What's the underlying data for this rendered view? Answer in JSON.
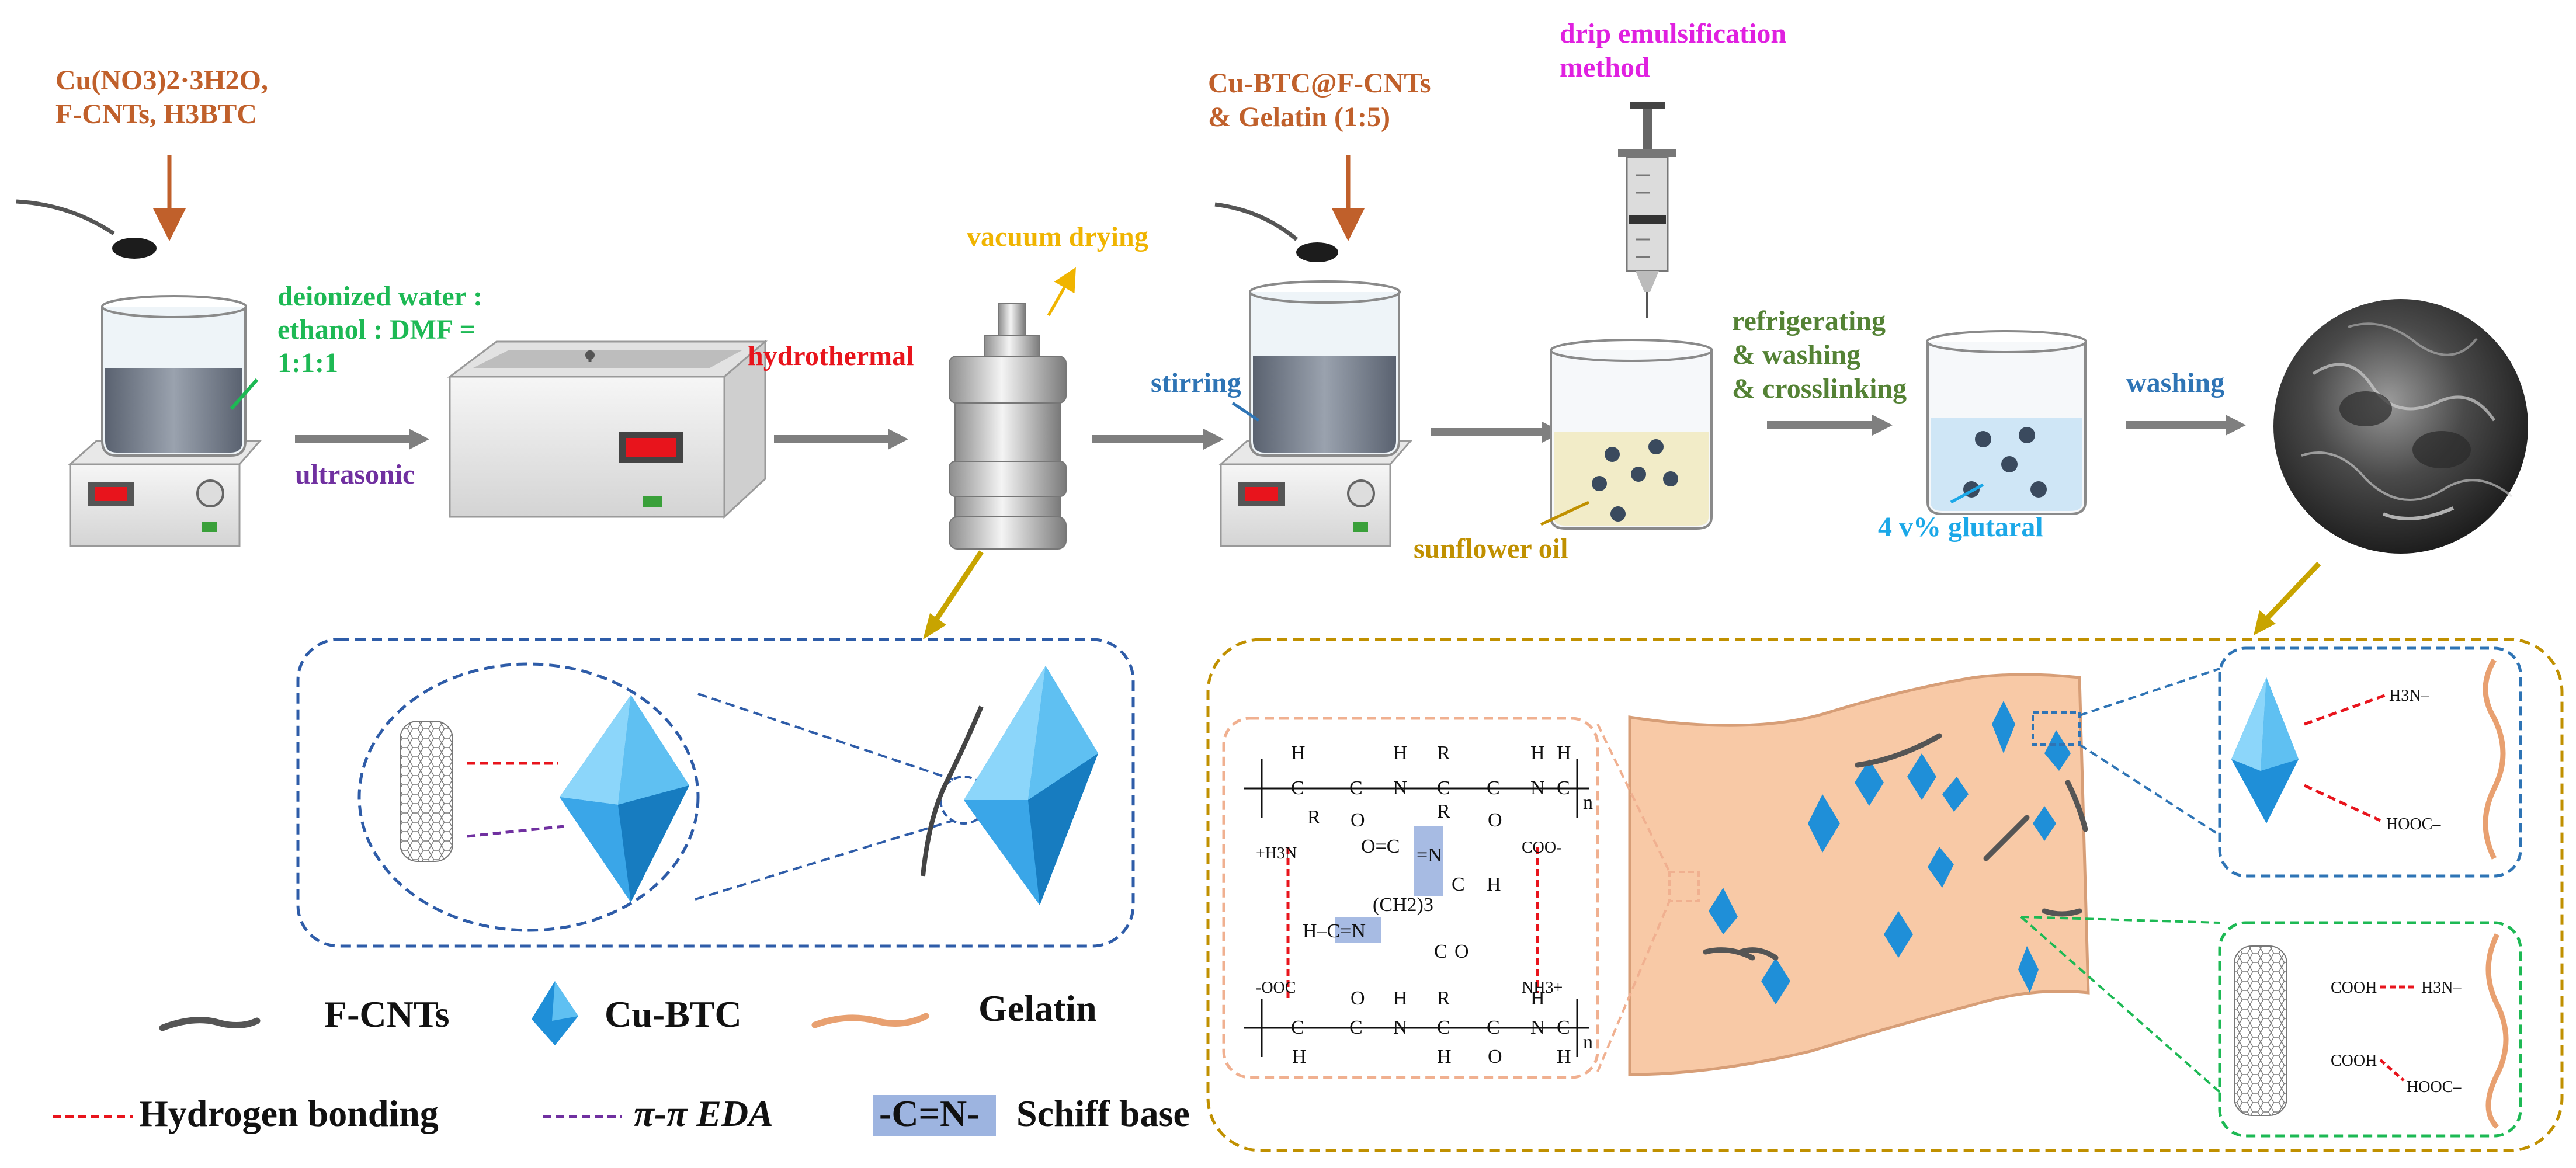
{
  "colors": {
    "reagent": "#C0602B",
    "solvent": "#1DB954",
    "ultrasonic": "#7030A0",
    "hydrothermal": "#E8141C",
    "vacuum": "#F0B400",
    "stirring": "#2E74B5",
    "drip": "#E020E0",
    "refrigerating": "#548235",
    "sunflower": "#C09000",
    "glutaral": "#1BA8E8",
    "washing": "#2E74B5",
    "crystal": "#2FA0E0",
    "gelatin": "#E8A070",
    "hbond": "#E8141C",
    "pipi": "#7030A0",
    "schiff_bg": "#9DB4E0"
  },
  "process": {
    "reagents": {
      "line1": "Cu(NO3)2·3H2O,",
      "line2": "F-CNTs,  H3BTC"
    },
    "solvent": {
      "line1": "deionized water :",
      "line2": "ethanol : DMF =",
      "line3": "1:1:1"
    },
    "ultrasonic": "ultrasonic",
    "hydrothermal": "hydrothermal",
    "vacuum_drying": "vacuum drying",
    "second_reagents": {
      "line1": "Cu-BTC@F-CNTs",
      "line2": "& Gelatin (1:5)"
    },
    "stirring": "stirring",
    "drip": {
      "line1": "drip emulsification",
      "line2": "method"
    },
    "refrigerating": {
      "line1": "refrigerating",
      "line2": "& washing",
      "line3": "& crosslinking"
    },
    "sunflower_oil": "sunflower oil",
    "glutaral": "4 v% glutaral",
    "washing": "washing"
  },
  "chemistry": {
    "h": "H",
    "c": "C",
    "n": "N",
    "o": "O",
    "r": "R",
    "n_sub": "n",
    "h3n_plus": "+H3N",
    "coo_minus": "COO-",
    "minus_ooc": "-OOC",
    "nh3_plus": "NH3+",
    "ch2_3": "(CH2)3",
    "eq_n": "=N",
    "h_cn": "H–C=N",
    "o_c": "O=C",
    "h3n_right": "H3N–",
    "hooc_right": "HOOC–",
    "cooh": "COOH"
  },
  "legend": {
    "fcnts": "F-CNTs",
    "cubtc": "Cu-BTC",
    "gelatin": "Gelatin",
    "hbond": "Hydrogen bonding",
    "pipi": "π-π EDA",
    "schiff_box": "-C=N-",
    "schiff": "Schiff base"
  }
}
